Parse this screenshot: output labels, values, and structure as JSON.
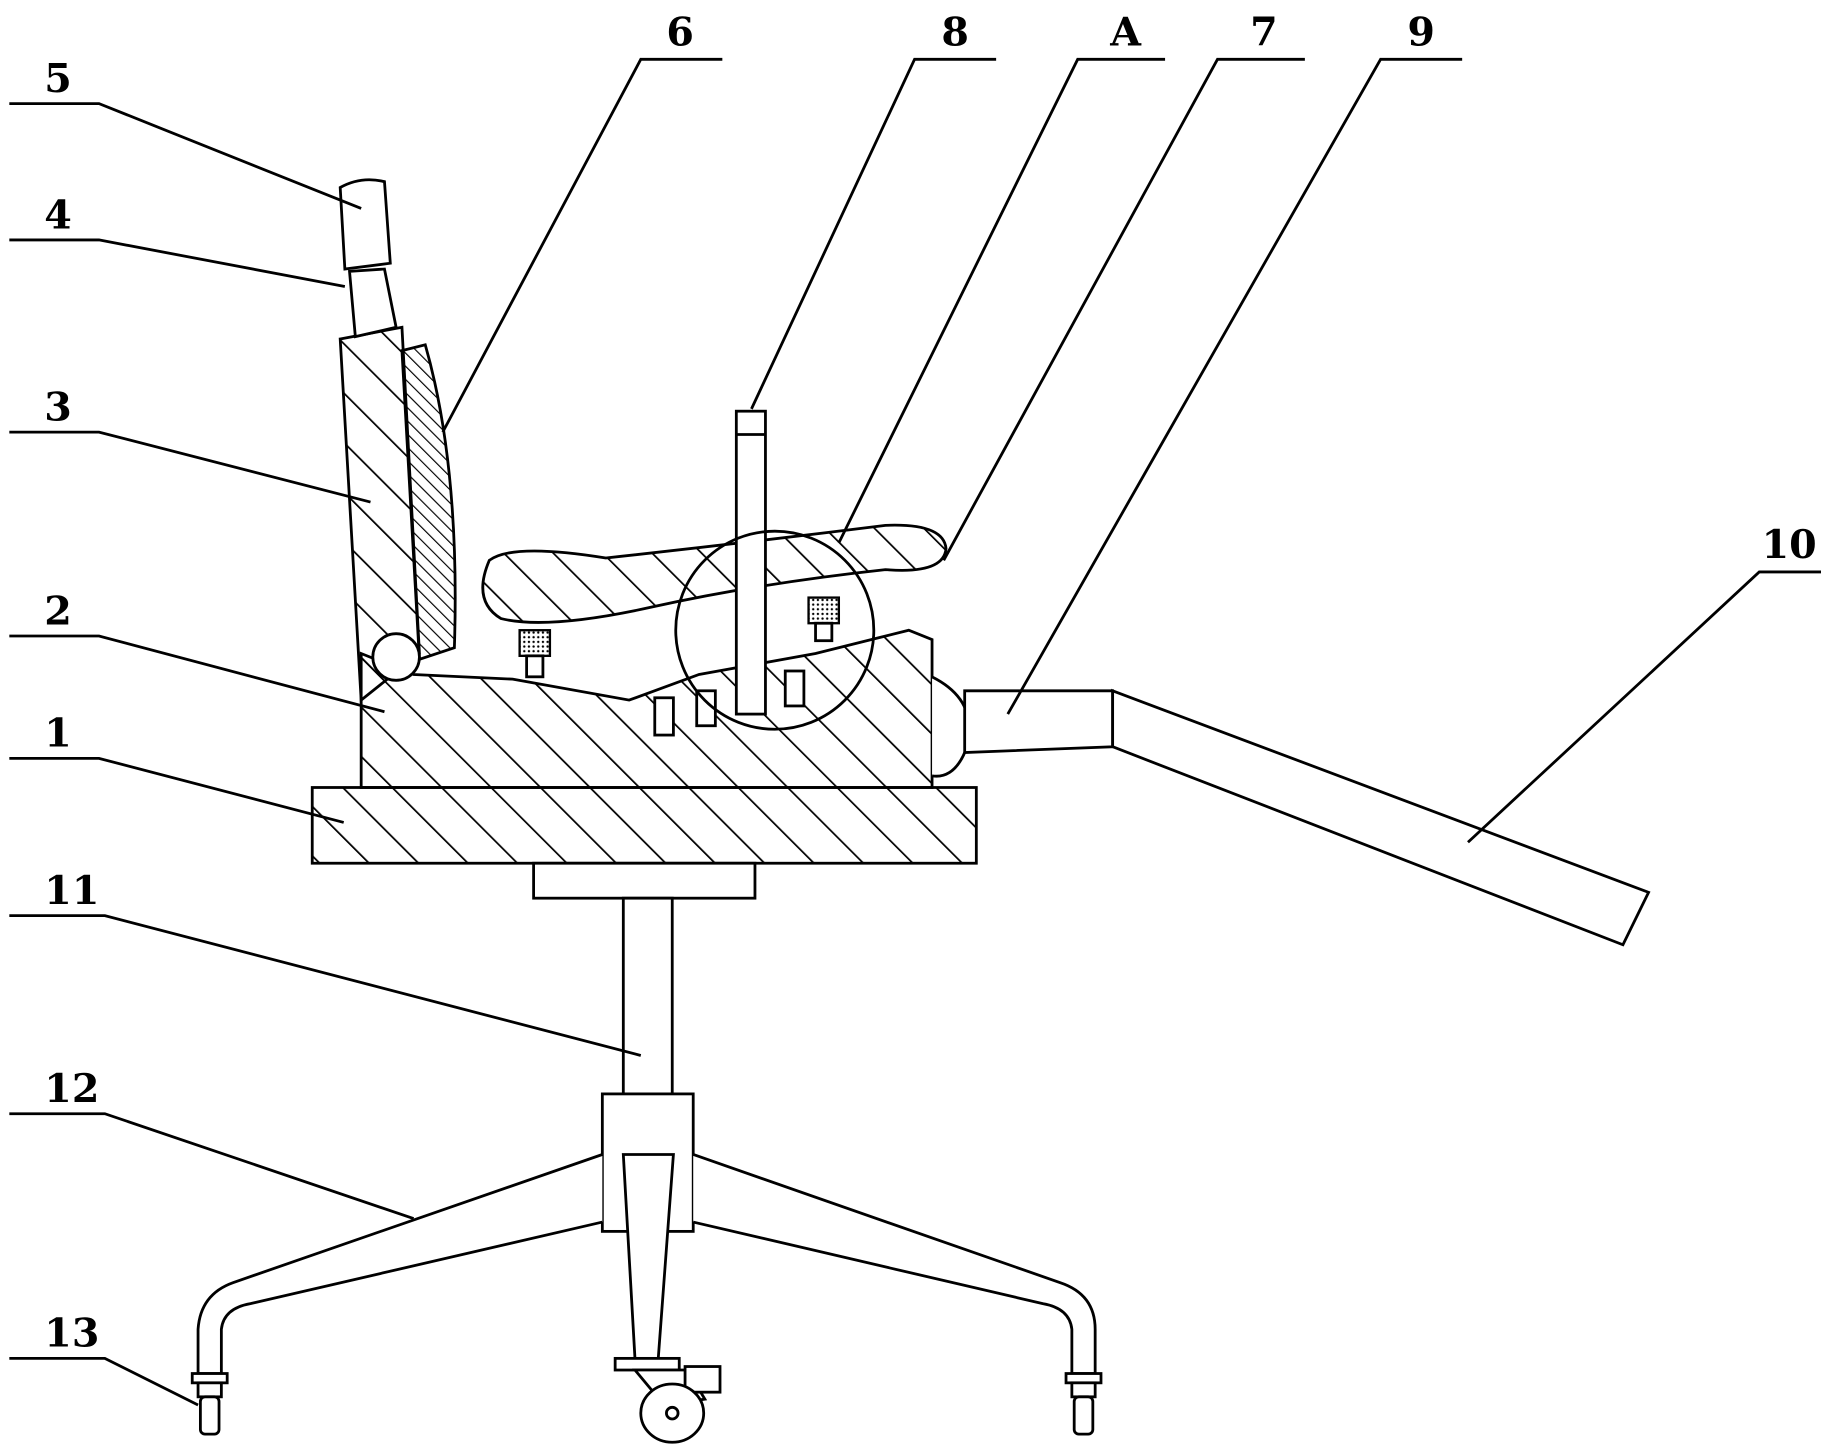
{
  "figure": {
    "description_labels": [
      {
        "id": "5",
        "text": "5"
      },
      {
        "id": "4",
        "text": "4"
      },
      {
        "id": "3",
        "text": "3"
      },
      {
        "id": "2",
        "text": "2"
      },
      {
        "id": "1",
        "text": "1"
      },
      {
        "id": "11",
        "text": "11"
      },
      {
        "id": "12",
        "text": "12"
      },
      {
        "id": "13",
        "text": "13"
      },
      {
        "id": "6",
        "text": "6"
      },
      {
        "id": "8",
        "text": "8"
      },
      {
        "id": "A",
        "text": "A"
      },
      {
        "id": "7",
        "text": "7"
      },
      {
        "id": "9",
        "text": "9"
      },
      {
        "id": "10",
        "text": "10"
      }
    ]
  }
}
